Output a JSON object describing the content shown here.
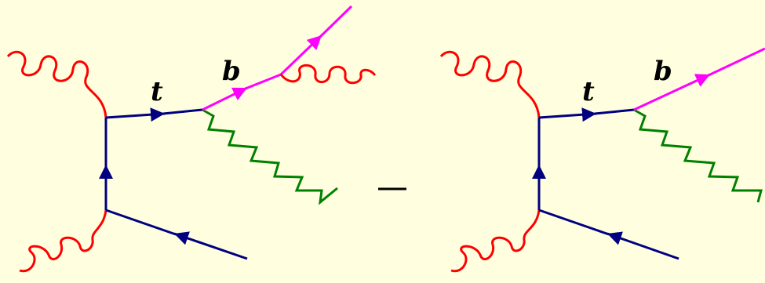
{
  "colors": {
    "background": "#ffffe0",
    "gluon": "#ff0000",
    "quark": "#000080",
    "b_quark": "#ff00ff",
    "w_boson": "#008000"
  },
  "diagrams": [
    {
      "top_label": "t",
      "bottom_label": "b",
      "radiated_gluon": true
    },
    {
      "top_label": "t",
      "bottom_label": "b",
      "radiated_gluon": false
    }
  ],
  "operator": "−"
}
